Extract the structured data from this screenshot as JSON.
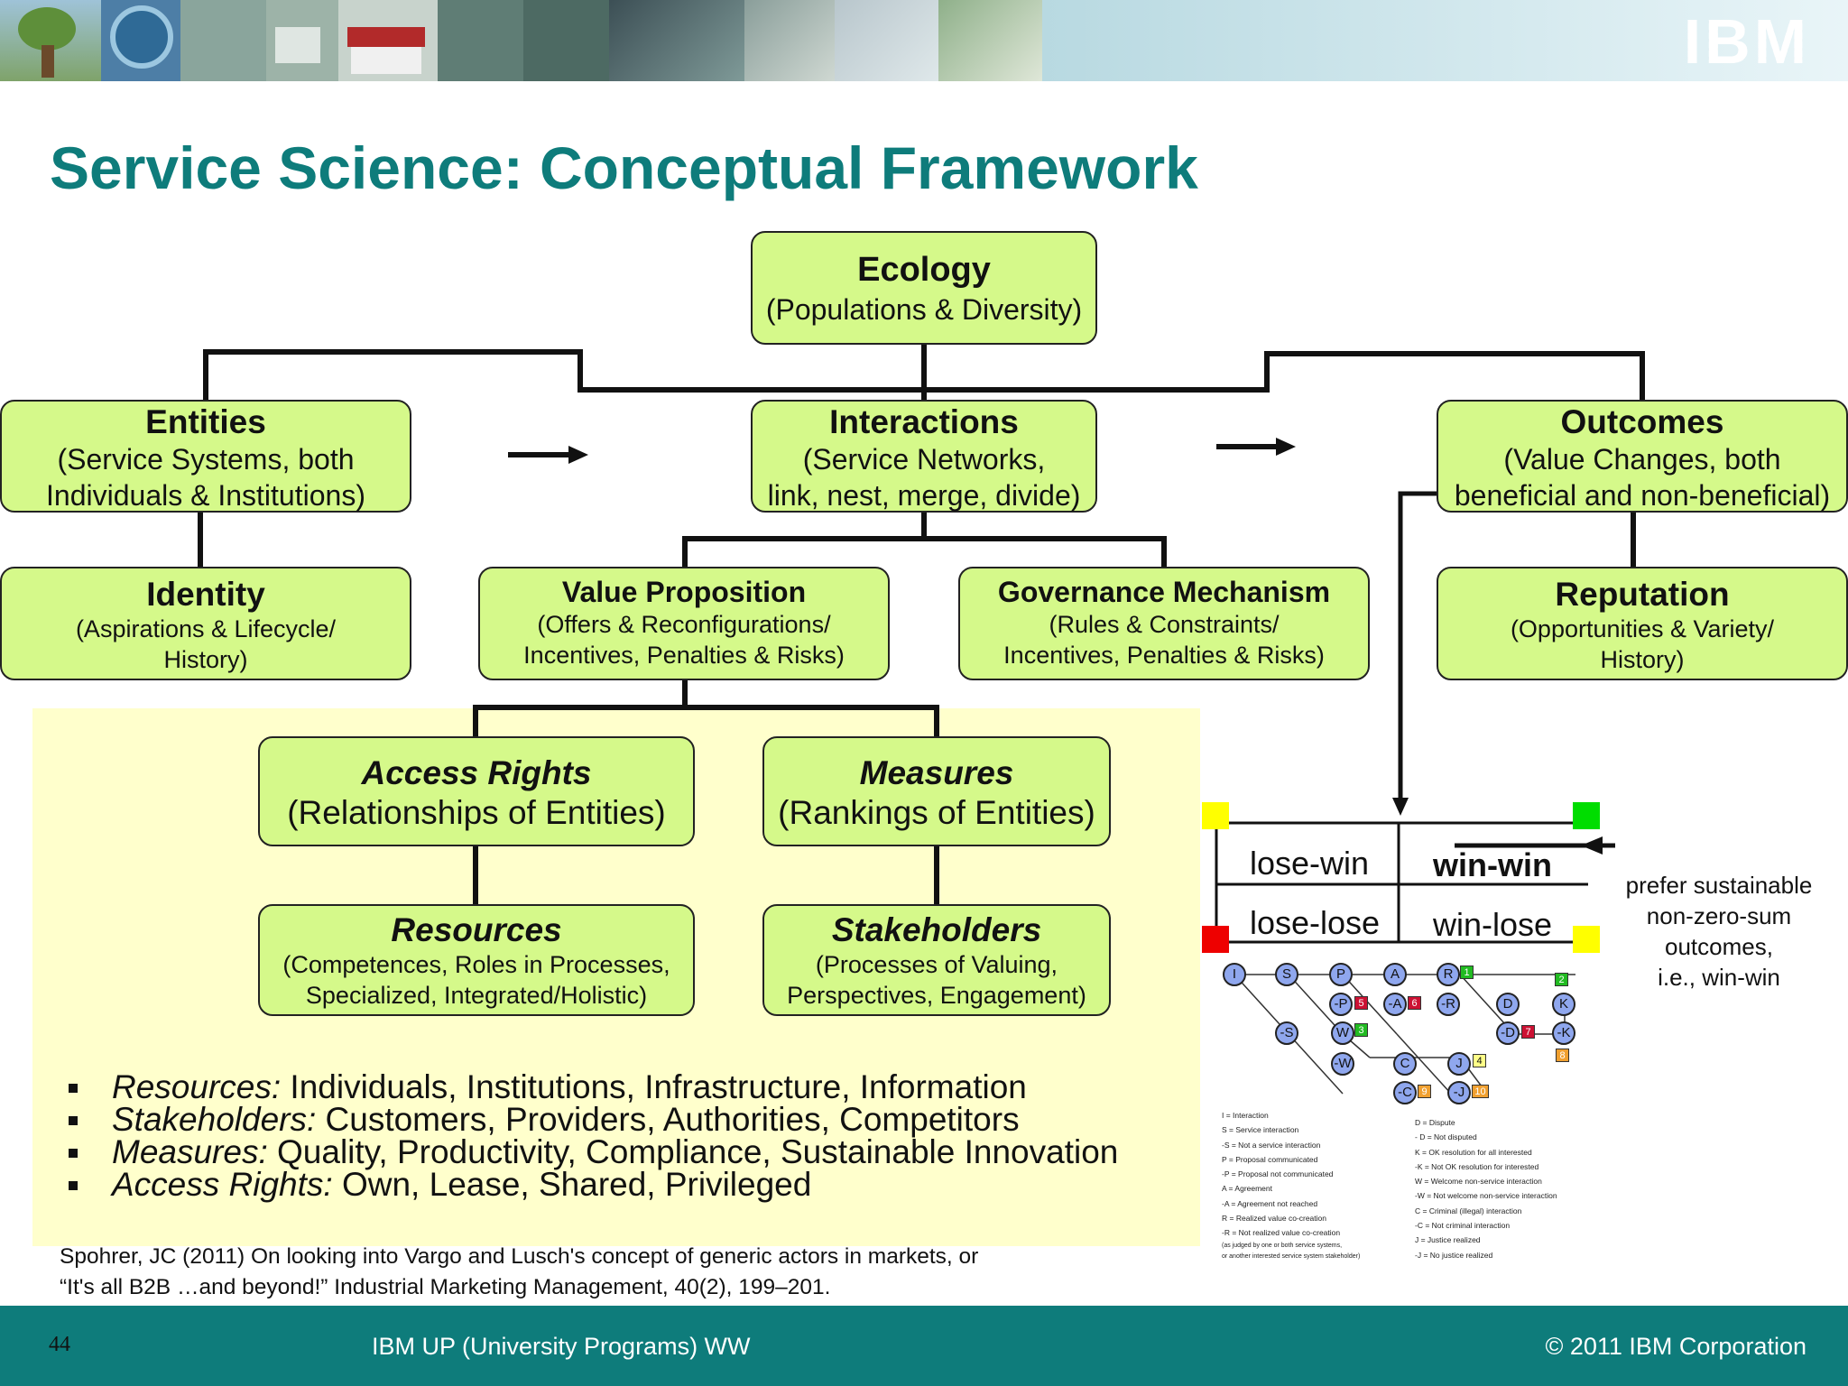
{
  "header": {
    "logo_text": "IBM",
    "title": "Service Science: Conceptual Framework"
  },
  "diagram": {
    "ecology": {
      "heading": "Ecology",
      "sub": "(Populations & Diversity)"
    },
    "entities": {
      "heading": "Entities",
      "sub1": "(Service Systems, both",
      "sub2": "Individuals & Institutions)"
    },
    "interactions": {
      "heading": "Interactions",
      "sub1": "(Service Networks,",
      "sub2": "link, nest, merge, divide)"
    },
    "outcomes": {
      "heading": "Outcomes",
      "sub1": "(Value Changes, both",
      "sub2": "beneficial and non-beneficial)"
    },
    "identity": {
      "heading": "Identity",
      "sub1": "(Aspirations & Lifecycle/",
      "sub2": "History)"
    },
    "value_proposition": {
      "heading": "Value Proposition",
      "sub1": "(Offers & Reconfigurations/",
      "sub2": "Incentives, Penalties & Risks)"
    },
    "governance": {
      "heading": "Governance Mechanism",
      "sub1": "(Rules & Constraints/",
      "sub2": "Incentives, Penalties & Risks)"
    },
    "reputation": {
      "heading": "Reputation",
      "sub1": "(Opportunities & Variety/",
      "sub2": "History)"
    },
    "access_rights": {
      "heading": "Access Rights",
      "sub": "(Relationships of Entities)"
    },
    "measures": {
      "heading": "Measures",
      "sub": "(Rankings of Entities)"
    },
    "resources": {
      "heading": "Resources",
      "sub1": "(Competences, Roles in Processes,",
      "sub2": "Specialized, Integrated/Holistic)"
    },
    "stakeholders": {
      "heading": "Stakeholders",
      "sub1": "(Processes of Valuing,",
      "sub2": "Perspectives, Engagement)"
    }
  },
  "bullets": [
    {
      "term": "Resources:",
      "text": " Individuals, Institutions, Infrastructure, Information"
    },
    {
      "term": "Stakeholders:",
      "text": " Customers, Providers, Authorities, Competitors"
    },
    {
      "term": "Measures:",
      "text": " Quality, Productivity, Compliance, Sustainable Innovation"
    },
    {
      "term": "Access Rights:",
      "text": " Own, Lease, Shared, Privileged"
    }
  ],
  "citation": {
    "line1": "Spohrer, JC (2011) On looking into Vargo and Lusch's concept of generic actors in markets, or",
    "line2": "“It's all B2B …and beyond!”  Industrial Marketing Management, 40(2), 199–201."
  },
  "matrix": {
    "top_left": "lose-win",
    "top_right": "win-win",
    "bottom_left": "lose-lose",
    "bottom_right": "win-lose",
    "note": [
      "prefer sustainable",
      "non-zero-sum",
      "outcomes,",
      "i.e., win-win"
    ],
    "colors": {
      "yellow": "#ffff00",
      "green": "#00dd00",
      "red": "#ee0000"
    }
  },
  "process_graph": {
    "nodes": [
      "I",
      "S",
      "P",
      "A",
      "R",
      "-P",
      "-A",
      "-R",
      "D",
      "K",
      "-S",
      "W",
      "-D",
      "-K",
      "-W",
      "C",
      "J",
      "-C",
      "-J"
    ],
    "tags": [
      "1",
      "2",
      "3",
      "4",
      "5",
      "6",
      "7",
      "8",
      "9",
      "10"
    ],
    "legend_left": [
      "I = Interaction",
      "S = Service interaction",
      "-S = Not a service interaction",
      "P = Proposal communicated",
      "-P = Proposal not communicated",
      "A = Agreement",
      "-A = Agreement not reached",
      "R = Realized value co-creation",
      "-R = Not realized value co-creation",
      "(as judged by one or both service systems,",
      "or another interested service system stakeholder)"
    ],
    "legend_right": [
      "D = Dispute",
      "- D = Not disputed",
      "K = OK resolution for all interested",
      "-K = Not OK resolution for interested",
      "W = Welcome non-service interaction",
      "-W = Not welcome non-service interaction",
      "C = Criminal (illegal) interaction",
      "-C = Not criminal interaction",
      "J = Justice realized",
      "-J = No justice realized"
    ]
  },
  "footer": {
    "page": "44",
    "center": "IBM UP (University Programs) WW",
    "right": "© 2011 IBM Corporation"
  }
}
